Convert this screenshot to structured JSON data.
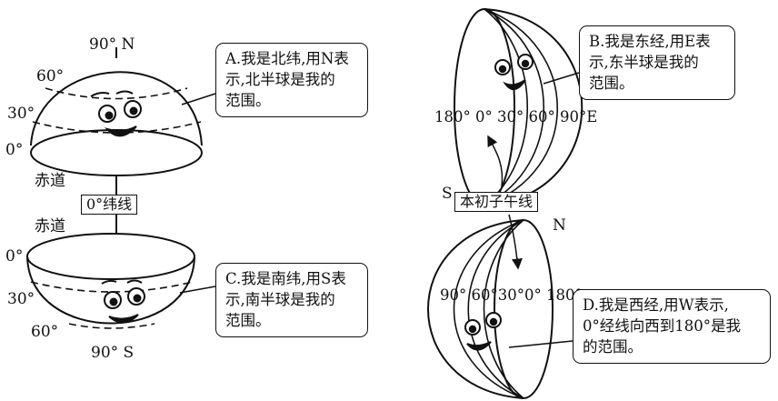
{
  "north_hemisphere": {
    "pole_label": "90° N",
    "lat_labels": [
      "60°",
      "30°",
      "0°"
    ],
    "equator_label": "赤道",
    "callout_lines": [
      "A.我是北纬,用N表",
      "示,北半球是我的",
      "范围。"
    ]
  },
  "divider_tag": "0°纬线",
  "south_hemisphere": {
    "equator_label": "赤道",
    "lat_labels": [
      "0°",
      "30°",
      "60°"
    ],
    "pole_label": "90° S",
    "callout_lines": [
      "C.我是南纬,用S表",
      "示,南半球是我的",
      "范围。"
    ]
  },
  "east_hemisphere": {
    "lon_labels": "180° 0° 30° 60° 90°E",
    "pole_label": "S",
    "callout_lines": [
      "B.我是东经,用E表",
      "示,东半球是我的",
      "范围。"
    ]
  },
  "meridian_tag": "本初子午线",
  "west_hemisphere": {
    "pole_label": "N",
    "lon_labels": "90° 60°30°0° 180°",
    "callout_lines": [
      "D.我是西经,用W表示,",
      "0°经线向西到180°是我",
      "的范围。"
    ]
  }
}
